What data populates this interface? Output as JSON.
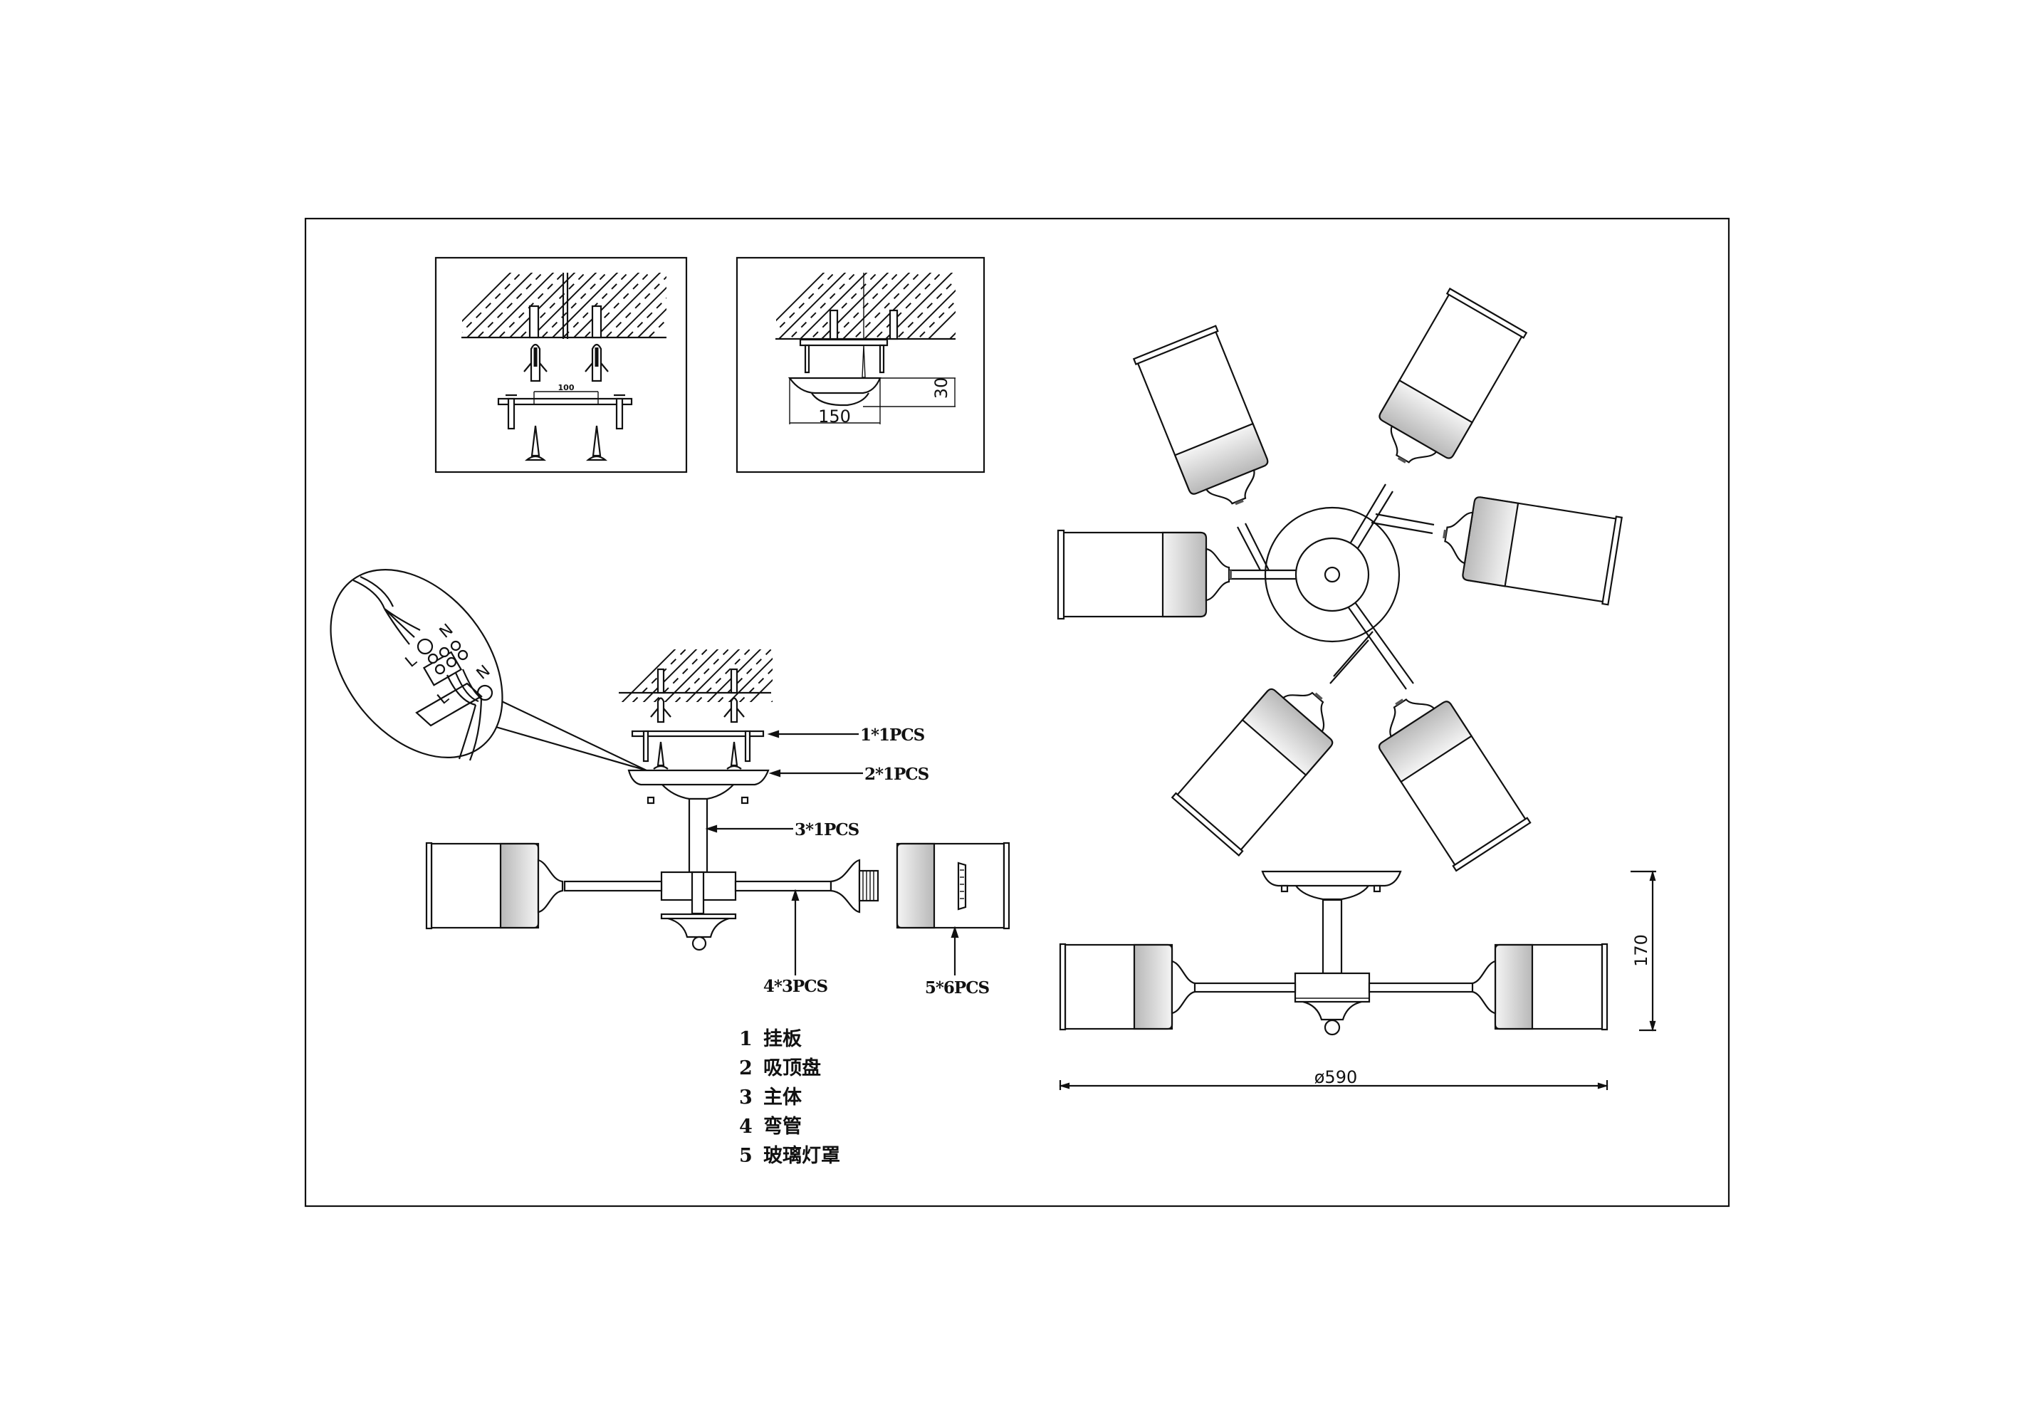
{
  "drawing": {
    "title": "Ceiling lamp installation drawing",
    "colors": {
      "line": "#111111",
      "shade_gray_dark": "#b8b8b8",
      "shade_gray_light": "#f4f4f4",
      "background": "#ffffff"
    }
  },
  "mounting_detail_1": {
    "bracket_spacing_label": "100"
  },
  "mounting_detail_2": {
    "canopy_width_label": "150",
    "canopy_height_label": "30"
  },
  "wiring_callout": {
    "terminal_labels_top": [
      "N",
      "L"
    ],
    "terminal_labels_bottom": [
      "N",
      "L"
    ],
    "earth_symbol": "earth-ground-icon"
  },
  "part_callouts": [
    {
      "id": "1",
      "label": "1*1PCS"
    },
    {
      "id": "2",
      "label": "2*1PCS"
    },
    {
      "id": "3",
      "label": "3*1PCS"
    },
    {
      "id": "4",
      "label": "4*3PCS"
    },
    {
      "id": "5",
      "label": "5*6PCS"
    }
  ],
  "parts_legend": [
    {
      "num": "1",
      "name": "挂板"
    },
    {
      "num": "2",
      "name": "吸顶盘"
    },
    {
      "num": "3",
      "name": "主体"
    },
    {
      "num": "4",
      "name": "弯管"
    },
    {
      "num": "5",
      "name": "玻璃灯罩"
    }
  ],
  "dimensions": {
    "overall_diameter": "ø590",
    "overall_height": "170"
  },
  "top_view": {
    "shade_count": 6
  }
}
